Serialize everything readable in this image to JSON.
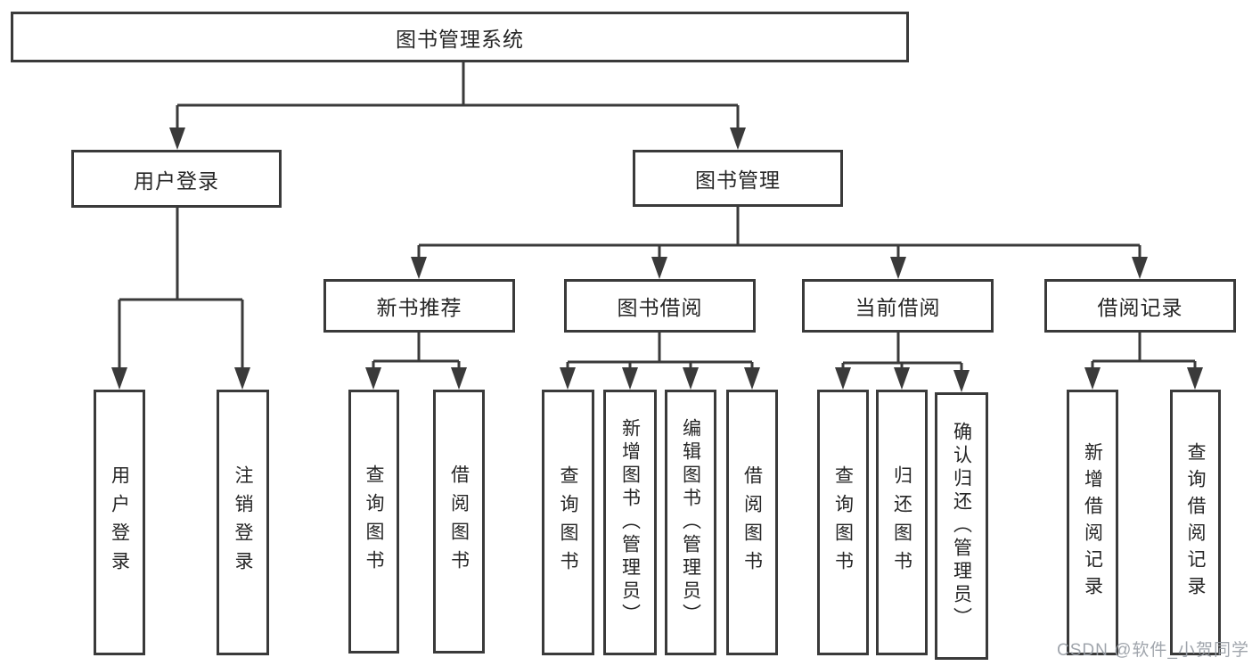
{
  "watermark": "CSDN @软件_小贺同学",
  "colors": {
    "line": "#3a3a3a",
    "box_border": "#3a3a3a",
    "box_fill": "#ffffff",
    "text": "#262626",
    "watermark": "#989da5",
    "background": "#ffffff"
  },
  "tree": {
    "label": "图书管理系统",
    "children": [
      {
        "label": "用户登录",
        "children": [
          {
            "label": "用户登录"
          },
          {
            "label": "注销登录"
          }
        ]
      },
      {
        "label": "图书管理",
        "children": [
          {
            "label": "新书推荐",
            "children": [
              {
                "label": "查询图书"
              },
              {
                "label": "借阅图书"
              }
            ]
          },
          {
            "label": "图书借阅",
            "children": [
              {
                "label": "查询图书"
              },
              {
                "label": "新增图书（管理员）"
              },
              {
                "label": "编辑图书（管理员）"
              },
              {
                "label": "借阅图书"
              }
            ]
          },
          {
            "label": "当前借阅",
            "children": [
              {
                "label": "查询图书"
              },
              {
                "label": "归还图书"
              },
              {
                "label": "确认归还（管理员）"
              }
            ]
          },
          {
            "label": "借阅记录",
            "children": [
              {
                "label": "新增借阅记录"
              },
              {
                "label": "查询借阅记录"
              }
            ]
          }
        ]
      }
    ]
  }
}
